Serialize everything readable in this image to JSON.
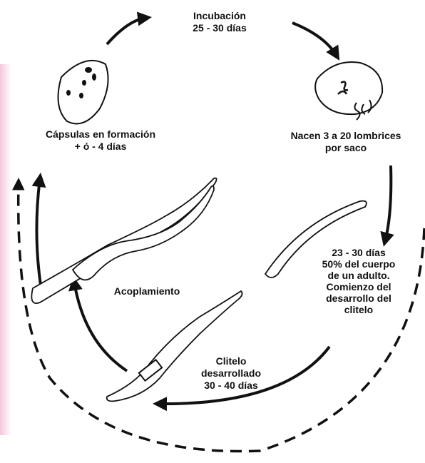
{
  "stages": {
    "incubation": {
      "line1": "Incubación",
      "line2": "25 - 30 días"
    },
    "hatching": {
      "line1": "Nacen 3 a 20 lombrices",
      "line2": "por saco"
    },
    "growth": {
      "line1": "23 - 30 días",
      "line2": "50% del cuerpo",
      "line3": "de un adulto.",
      "line4": "Comienzo del",
      "line5": "desarrollo del",
      "line6": "clitelo"
    },
    "clitellum": {
      "line1": "Clitelo",
      "line2": "desarrollado",
      "line3": "30 - 40 días"
    },
    "mating": {
      "line1": "Acoplamiento"
    },
    "capsules": {
      "line1": "Cápsulas en formación",
      "line2": "+ ó - 4 días"
    }
  },
  "colors": {
    "ink": "#111111",
    "background": "#ffffff",
    "edge_tint": "#f3c6dc"
  }
}
